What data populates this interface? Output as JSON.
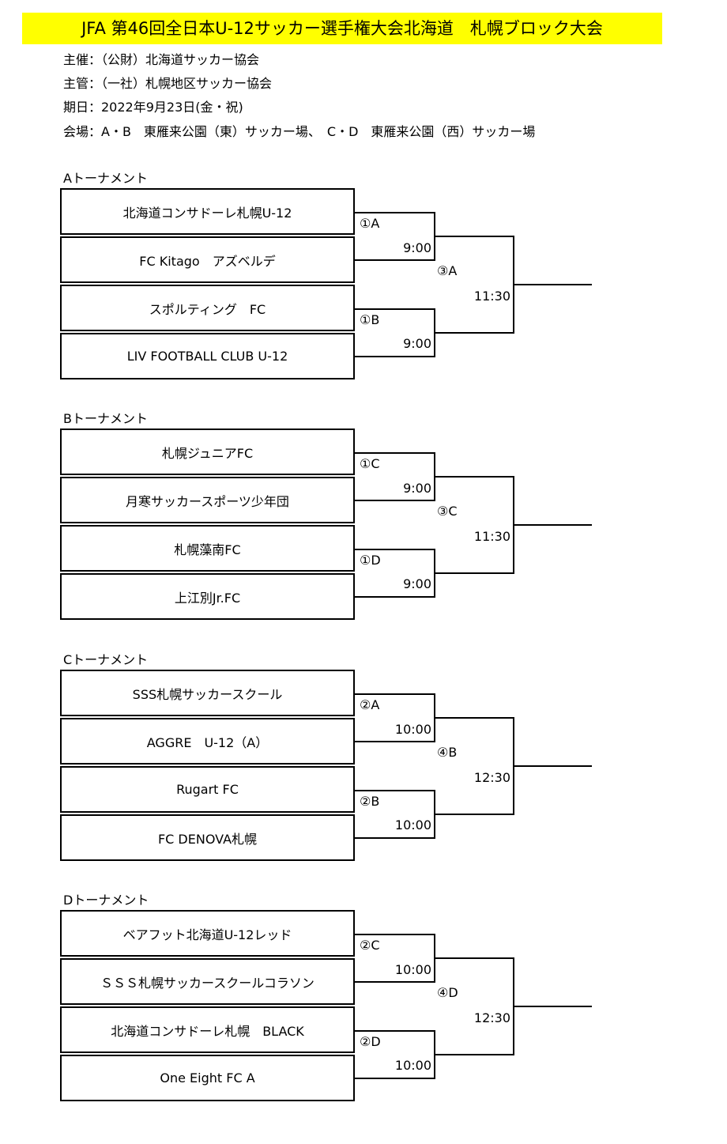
{
  "title": "JFA 第46回全日本U-12サッカー選手権大会北海道　札幌ブロック大会",
  "info": {
    "organizer": "主催：（公財）北海道サッカー協会",
    "manager": "主管：（一社）札幌地区サッカー協会",
    "date": "期日：2022年9月23日(金・祝)",
    "venue": "会場：A・B　東雁来公園（東）サッカー場、　C・D　東雁来公園（西）サッカー場"
  },
  "tournaments": [
    {
      "label": "Aトーナメント",
      "teams": [
        "北海道コンサドーレ札幌U-12",
        "FC Kitago　アズベルデ",
        "スポルティング　FC",
        "LIV FOOTBALL CLUB U-12"
      ],
      "match1": {
        "code": "①A",
        "time": "9:00"
      },
      "match2": {
        "code": "①B",
        "time": "9:00"
      },
      "match3": {
        "code": "③A",
        "time": "11:30"
      }
    },
    {
      "label": "Bトーナメント",
      "teams": [
        "札幌ジュニアFC",
        "月寒サッカースポーツ少年団",
        "札幌藻南FC",
        "上江別Jr.FC"
      ],
      "match1": {
        "code": "①C",
        "time": "9:00"
      },
      "match2": {
        "code": "①D",
        "time": "9:00"
      },
      "match3": {
        "code": "③C",
        "time": "11:30"
      }
    },
    {
      "label": "Cトーナメント",
      "teams": [
        "SSS札幌サッカースクール",
        "AGGRE　U-12（A）",
        "Rugart FC",
        "FC DENOVA札幌"
      ],
      "match1": {
        "code": "②A",
        "time": "10:00"
      },
      "match2": {
        "code": "②B",
        "time": "10:00"
      },
      "match3": {
        "code": "④B",
        "time": "12:30"
      }
    },
    {
      "label": "Dトーナメント",
      "teams": [
        "ベアフット北海道U-12レッド",
        "ＳＳＳ札幌サッカースクールコラソン",
        "北海道コンサドーレ札幌　BLACK",
        "One Eight FC A"
      ],
      "match1": {
        "code": "②C",
        "time": "10:00"
      },
      "match2": {
        "code": "②D",
        "time": "10:00"
      },
      "match3": {
        "code": "④D",
        "time": "12:30"
      }
    }
  ]
}
